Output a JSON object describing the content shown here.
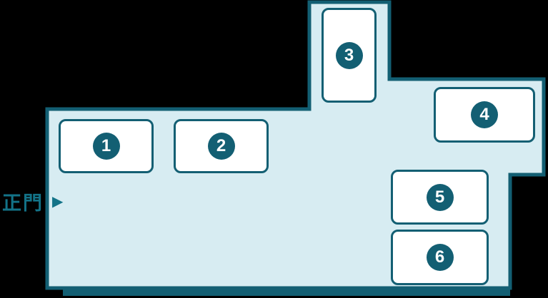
{
  "gate": {
    "label": "正門",
    "arrow": "▶"
  },
  "buildings": [
    {
      "label": "1"
    },
    {
      "label": "2"
    },
    {
      "label": "3"
    },
    {
      "label": "4"
    },
    {
      "label": "5"
    },
    {
      "label": "6"
    }
  ],
  "colors": {
    "background": "#000000",
    "area_fill": "#d7ecf2",
    "outline": "#135f73",
    "building_fill": "#ffffff",
    "badge_fill": "#135f73",
    "badge_text": "#ffffff",
    "gate_text": "#137388"
  }
}
